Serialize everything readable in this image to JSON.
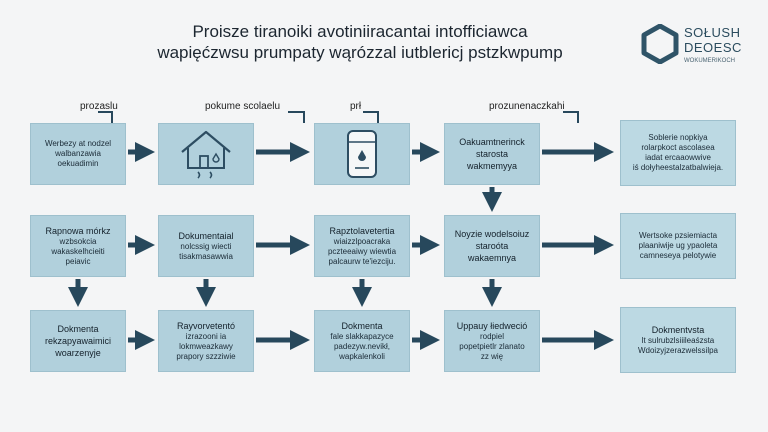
{
  "title": {
    "line1": "Proisze tiranoiki avotiniiracantai intofficiawca",
    "line2": "wapięćzwsu prumpaty wąrózzal iutblericj pstzkwpump"
  },
  "logo": {
    "line1": "SOŁUSH",
    "line2": "DEOESC",
    "line3": "WOKUMERIKOCH",
    "accent_color": "#2f5468"
  },
  "column_labels": [
    "prozaslu",
    "pokume scolaelu",
    "prł",
    "prozunenaczkahi"
  ],
  "rows": [
    [
      {
        "lines": [
          "Werbezy at nodzel",
          "walbanzawia",
          "oekuadimin"
        ]
      },
      {
        "lines": [],
        "icon": "house-icon"
      },
      {
        "lines": [],
        "icon": "water-heater-icon"
      },
      {
        "lines": [
          "Oakuamtnerinck",
          "starosta",
          "wakmemyya"
        ]
      },
      {
        "lines": [
          "Soblerie nopkiya",
          "rolarpkoct ascolasea",
          "iadat ercaaowwive",
          "iś dołyheestalzatbalwieja."
        ]
      }
    ],
    [
      {
        "lines": [
          "Rapnowa mórkz",
          "wzbsokcia",
          "wakaskelhcieiti",
          "peiavic"
        ]
      },
      {
        "lines": [
          "Dokumentaial",
          "nolcssig wiecti",
          "tisakmasawwia"
        ]
      },
      {
        "lines": [
          "Rapztolavetertia",
          "wiaizzlpoacraka",
          "pczteeaiwy wiewtia",
          "palcaurw te'iezciju."
        ]
      },
      {
        "lines": [
          "Noyzie wodelsoiuz",
          "staroóta",
          "wakaemnya"
        ]
      },
      {
        "lines": [
          "Wertsoke pzsiemiacta",
          "plaaniwije ug ypaoleta",
          "camneseya pelotywie"
        ]
      }
    ],
    [
      {
        "lines": [
          "Dokmenta",
          "rekzapyawaimici",
          "woarzenyje"
        ]
      },
      {
        "lines": [
          "Rayvorvetentó",
          "izrazooni ia",
          "lokmweazkawy",
          "prapory szzziwie"
        ]
      },
      {
        "lines": [
          "Dokmenta",
          "fale slakkapazyce",
          "padezyw.nevikł,",
          "wapkalenkoli"
        ]
      },
      {
        "lines": [
          "Uppauy łiedweció",
          "rodpiel",
          "popetpietlr zlanato",
          "zz wię"
        ]
      },
      {
        "lines": [
          "Dokmentvsta",
          "lt sulrubzlsiiileaśzsta",
          "Wdoizyjzerazwelssilpa"
        ]
      }
    ]
  ]
}
